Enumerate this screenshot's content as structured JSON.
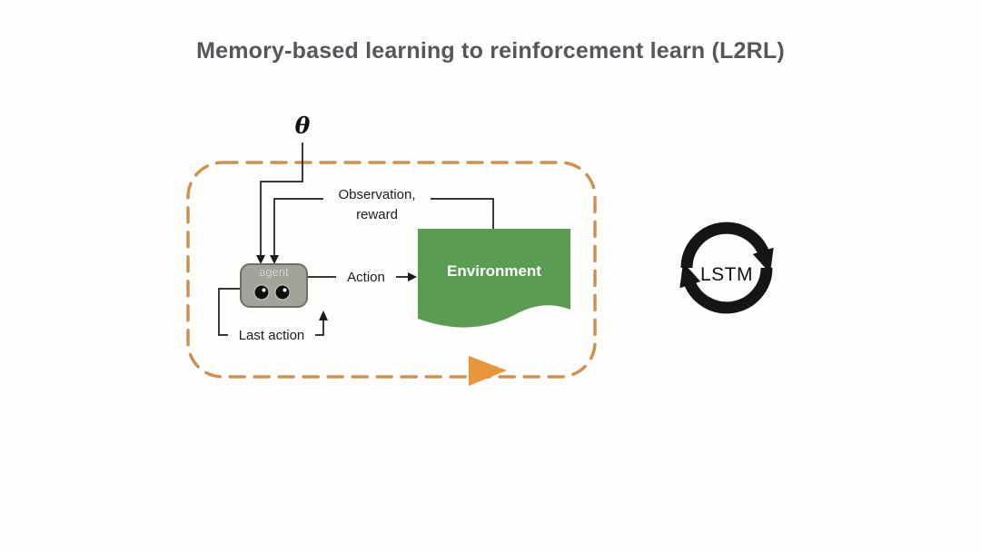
{
  "title": "Memory-based learning to reinforcement learn (L2RL)",
  "labels": {
    "theta": "θ",
    "observation_line1": "Observation,",
    "observation_line2": "reward",
    "action": "Action",
    "last_action": "Last action",
    "agent": "agent",
    "environment": "Environment",
    "lstm": "LSTM"
  },
  "colors": {
    "dashed_border": "#cd9251",
    "environment_green": "#5b9c53",
    "agent_gray": "#a3a39b",
    "agent_border": "#6f6f68",
    "triangle_orange": "#e9953c",
    "wire_black": "#1b1b1b",
    "title_gray": "#54585d"
  }
}
